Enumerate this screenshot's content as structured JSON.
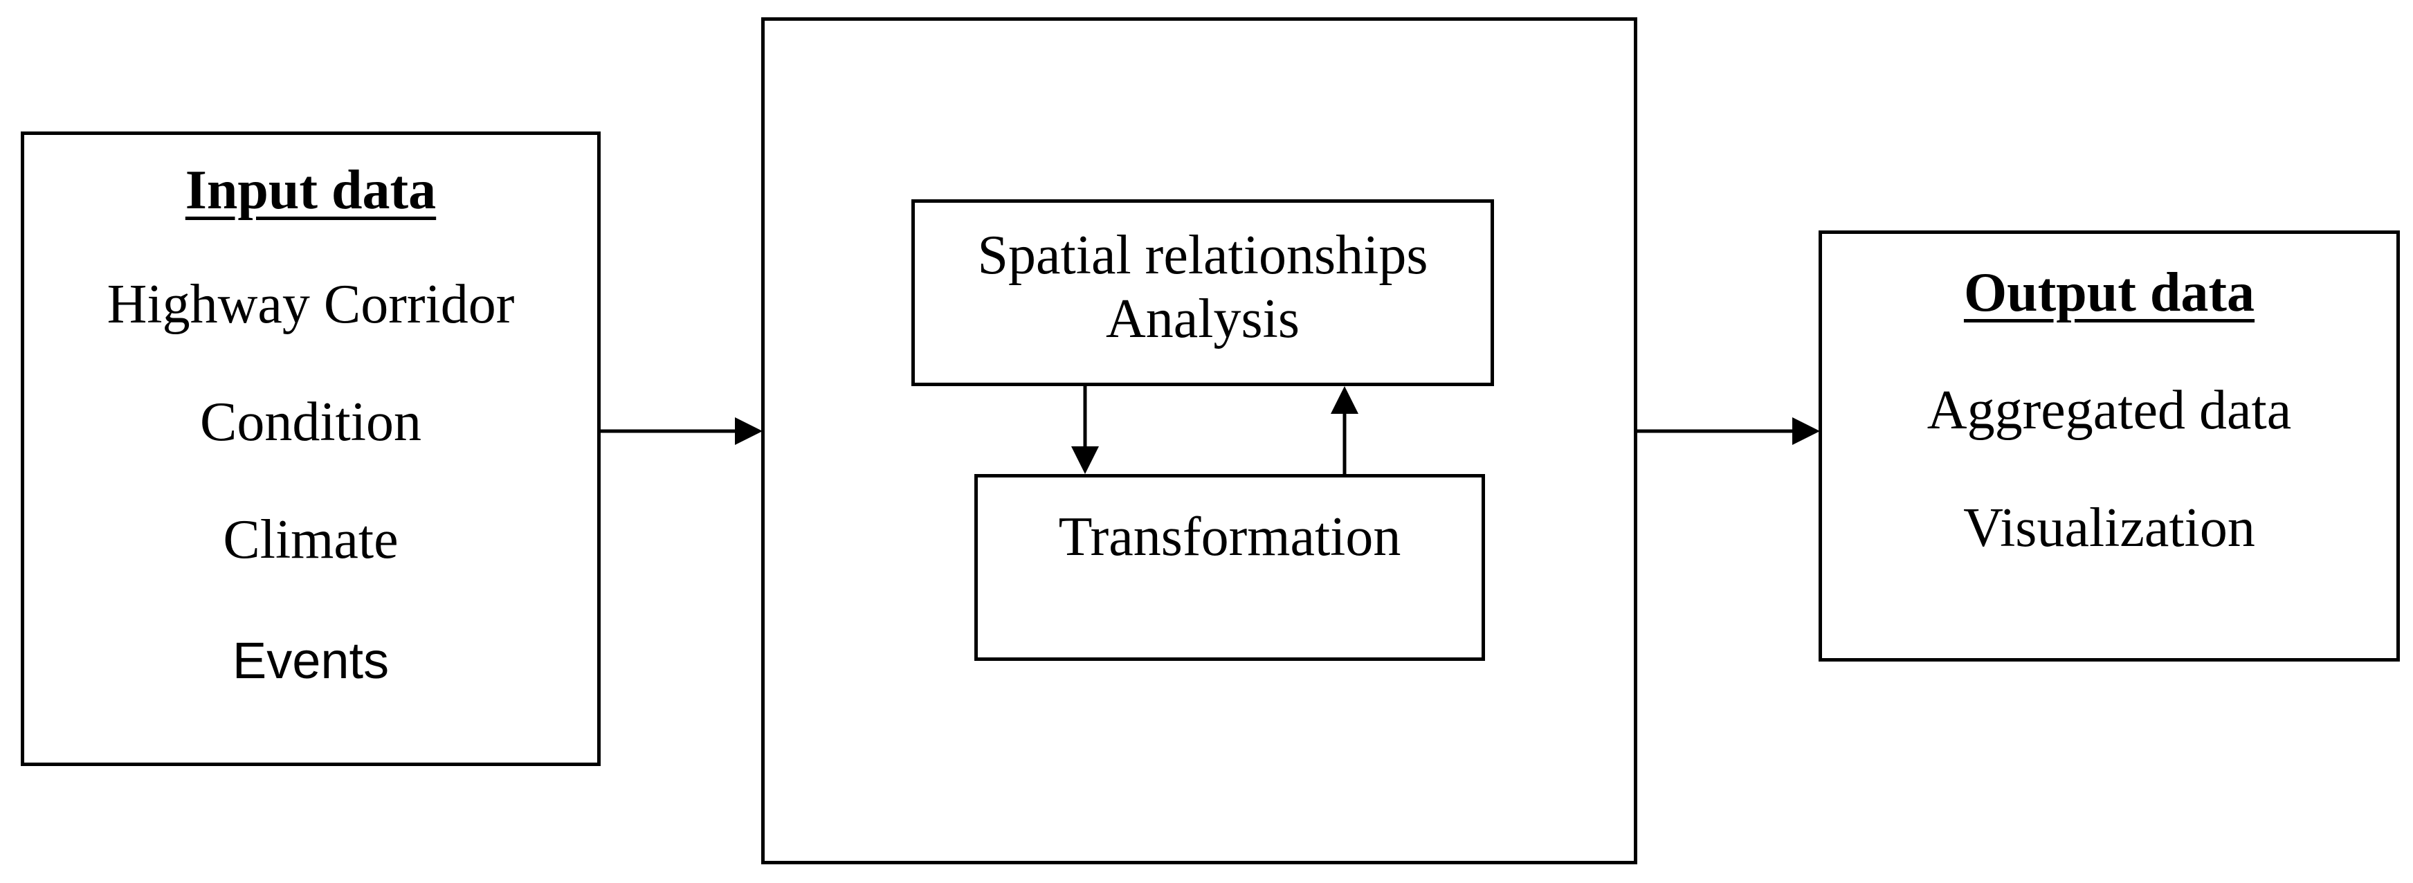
{
  "input_box": {
    "title": "Input data",
    "items": [
      "Highway Corridor",
      "Condition",
      "Climate",
      "Events"
    ]
  },
  "process_box": {
    "analysis_line1": "Spatial relationships",
    "analysis_line2": "Analysis",
    "transformation": "Transformation"
  },
  "output_box": {
    "title": "Output data",
    "items": [
      "Aggregated data",
      "Visualization"
    ]
  }
}
